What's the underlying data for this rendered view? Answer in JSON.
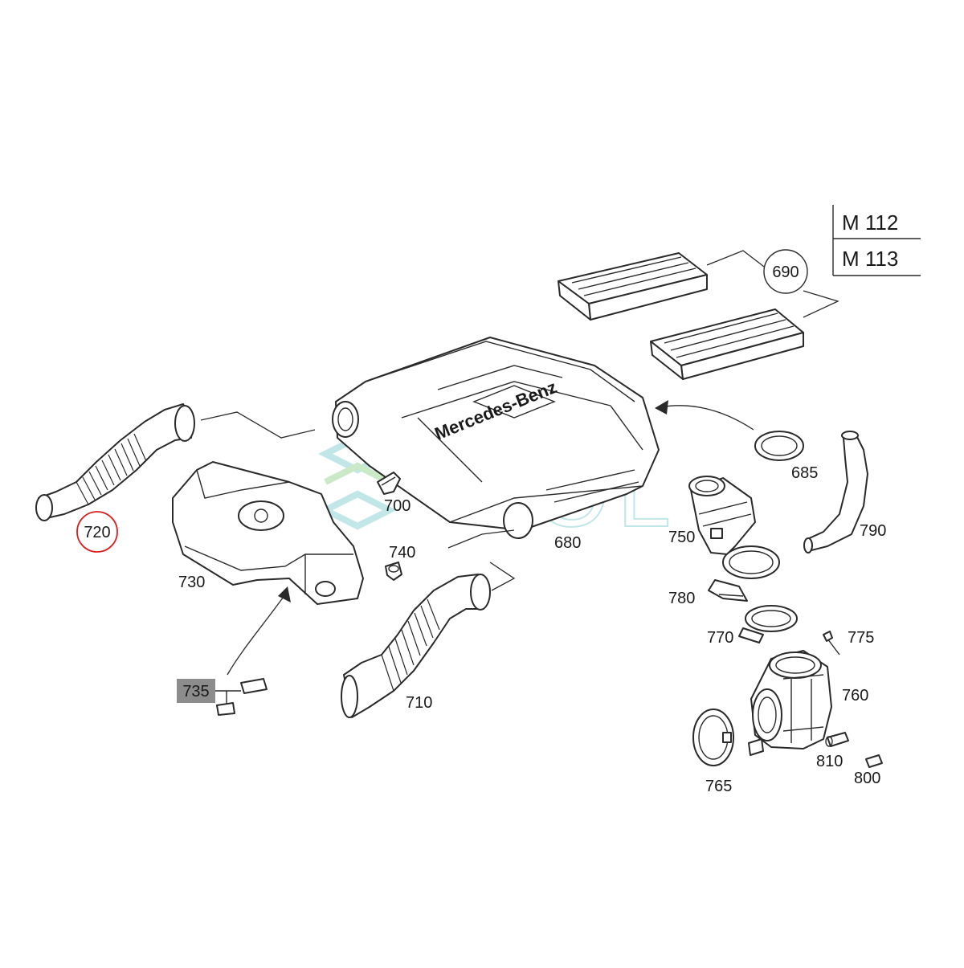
{
  "colors": {
    "line": "#2a2a2a",
    "highlight_circle": "#d91e1e",
    "label_735_box": "#8c8c8c",
    "watermark_teal": "#8fd3d6",
    "watermark_green": "#9ed89a"
  },
  "diagram": {
    "engine_table": {
      "rows": [
        "M 112",
        "M 113"
      ]
    },
    "brand_text": "Mercedes-Benz",
    "watermark_text": "SOL",
    "labels": {
      "p680": "680",
      "p685": "685",
      "p690": "690",
      "p700": "700",
      "p710": "710",
      "p720": "720",
      "p730": "730",
      "p735": "735",
      "p740": "740",
      "p750": "750",
      "p760": "760",
      "p765": "765",
      "p770": "770",
      "p775": "775",
      "p780": "780",
      "p790": "790",
      "p800": "800",
      "p810": "810"
    },
    "highlighted_part": "720"
  }
}
